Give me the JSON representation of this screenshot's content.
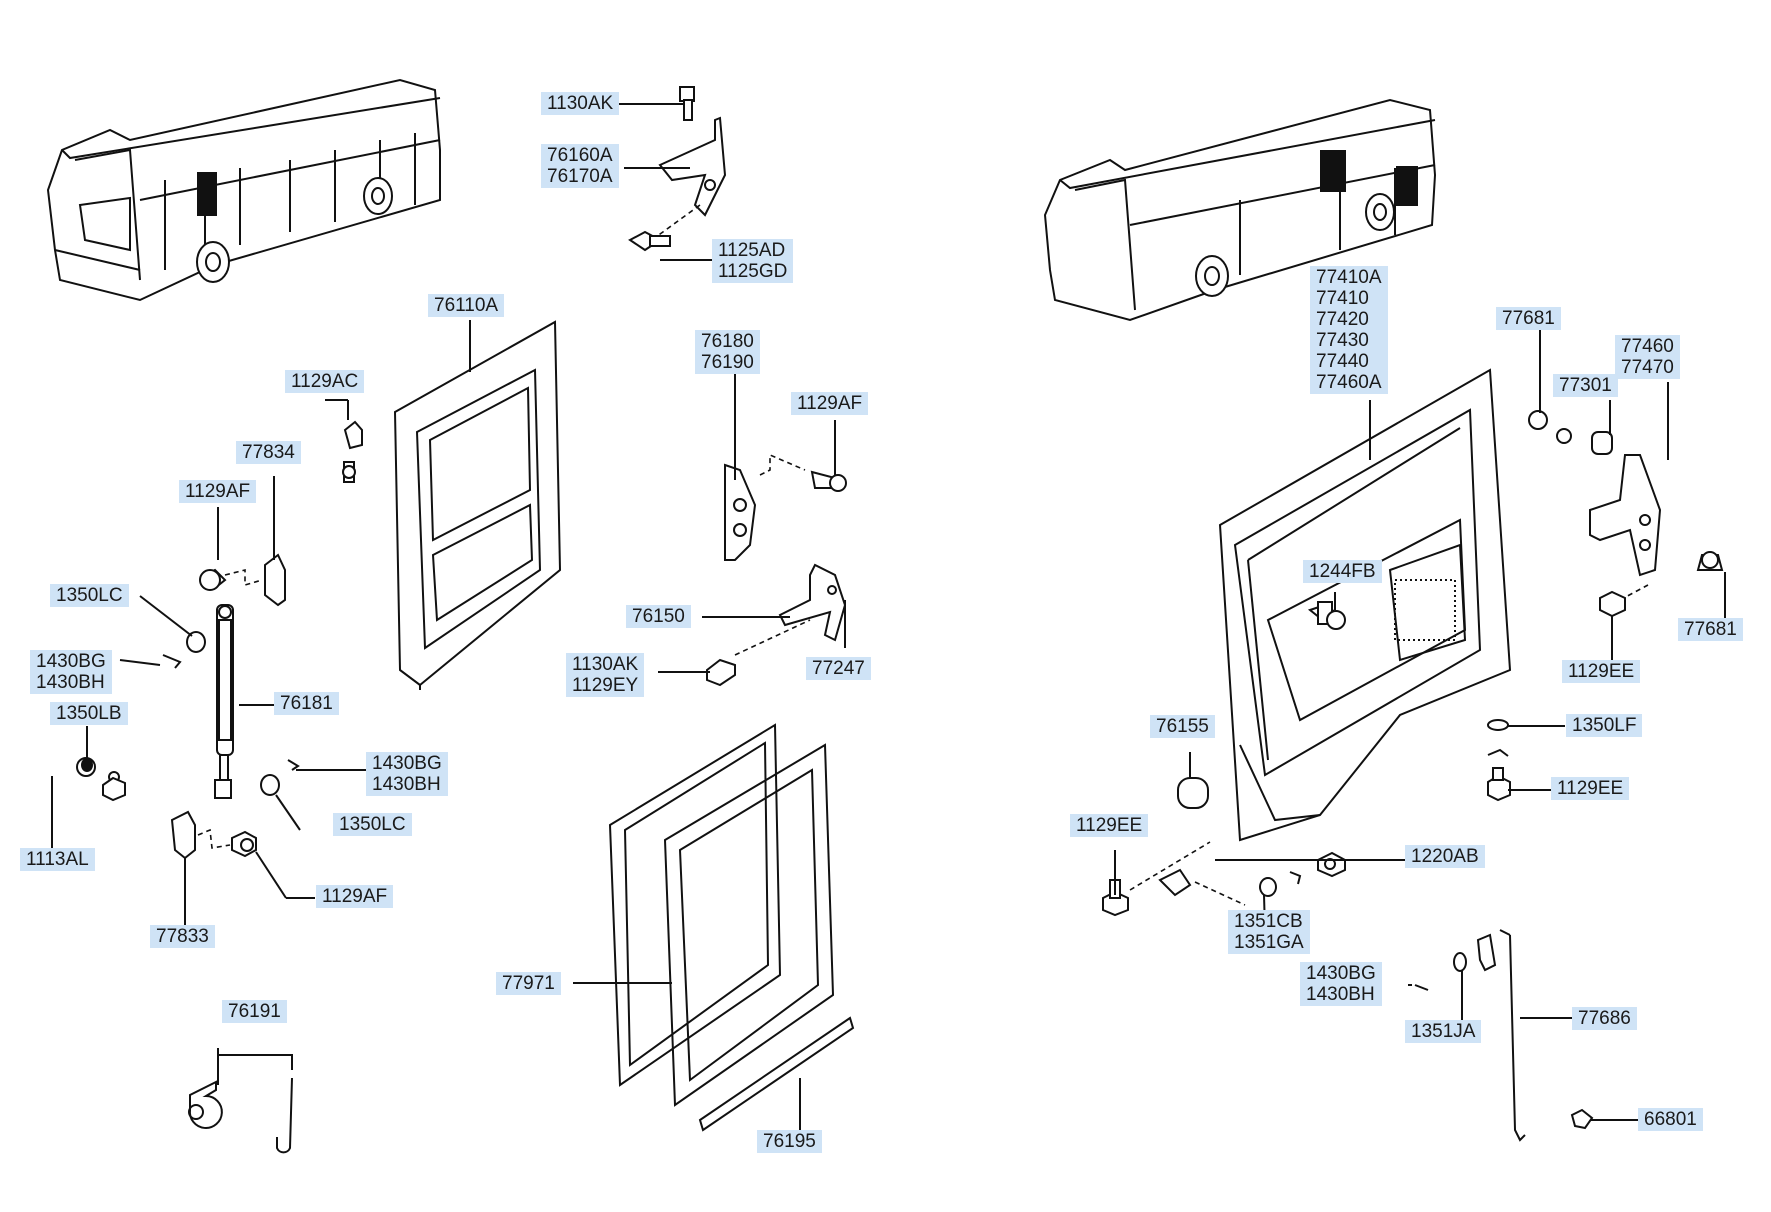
{
  "labels": {
    "p1130AK": "1130AK",
    "p76160A": "76160A",
    "p76170A": "76170A",
    "p1125AD": "1125AD",
    "p1125GD": "1125GD",
    "p76110A": "76110A",
    "p1129AC": "1129AC",
    "p77834": "77834",
    "p1129AF_a": "1129AF",
    "p1350LC_a": "1350LC",
    "p1430BG_a": "1430BG",
    "p1430BH_a": "1430BH",
    "p1350LB": "1350LB",
    "p76181": "76181",
    "p1430BG_b": "1430BG",
    "p1430BH_b": "1430BH",
    "p1350LC_b": "1350LC",
    "p1113AL": "1113AL",
    "p1129AF_b": "1129AF",
    "p77833": "77833",
    "p76191": "76191",
    "p76180": "76180",
    "p76190": "76190",
    "p1129AF_c": "1129AF",
    "p76150": "76150",
    "p1130AK_b": "1130AK",
    "p1129EY": "1129EY",
    "p77247": "77247",
    "p77971": "77971",
    "p76195": "76195",
    "p77410A": "77410A",
    "p77410": "77410",
    "p77420": "77420",
    "p77430": "77430",
    "p77440": "77440",
    "p77460A": "77460A",
    "p77681_a": "77681",
    "p77460": "77460",
    "p77470": "77470",
    "p77301": "77301",
    "p1244FB": "1244FB",
    "p77681_b": "77681",
    "p1129EE_a": "1129EE",
    "p76155": "76155",
    "p1350LF": "1350LF",
    "p1129EE_b": "1129EE",
    "p1129EE_c": "1129EE",
    "p1220AB": "1220AB",
    "p1351CB": "1351CB",
    "p1351GA": "1351GA",
    "p1430BG_c": "1430BG",
    "p1430BH_c": "1430BH",
    "p1351JA": "1351JA",
    "p77686": "77686",
    "p66801": "66801"
  },
  "colors": {
    "label_bg": "#cfe3f6",
    "line": "#111111"
  }
}
